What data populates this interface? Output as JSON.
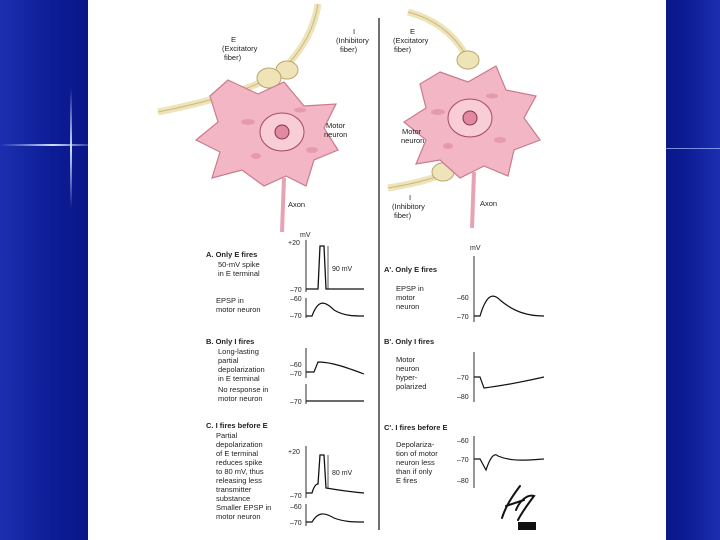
{
  "colors": {
    "background": "#0b1a8c",
    "cell_body": "#f2b6c4",
    "fiber": "#efe3b8",
    "trace": "#111111"
  },
  "neuron_left": {
    "label_e": [
      "E",
      "(Excitatory",
      "fiber)"
    ],
    "label_i": [
      "I",
      "(Inhibitory",
      "fiber)"
    ],
    "label_motor": [
      "Motor",
      "neuron"
    ],
    "label_axon": "Axon"
  },
  "neuron_right": {
    "label_e": [
      "E",
      "(Excitatory",
      "fiber)"
    ],
    "label_motor": [
      "Motor",
      "neuron"
    ],
    "label_i": [
      "I",
      "(Inhibitory",
      "fiber)"
    ],
    "label_axon": "Axon"
  },
  "units": {
    "mv": "mV"
  },
  "left_panels": {
    "a_title": "A. Only E fires",
    "a_text_1": [
      "50-mV spike",
      "in E terminal"
    ],
    "a_text_2": [
      "EPSP in",
      "motor neuron"
    ],
    "a_ticks": [
      "+20",
      "–70",
      "–60",
      "–70"
    ],
    "a_amp": "90 mV",
    "b_title": "B. Only I fires",
    "b_text_1": [
      "Long-lasting",
      "partial",
      "depolarization",
      "in E terminal"
    ],
    "b_text_2": [
      "No response in",
      "motor neuron"
    ],
    "b_ticks": [
      "–60",
      "–70",
      "–70"
    ],
    "c_title": "C. I fires before E",
    "c_text": [
      "Partial",
      "depolarization",
      "of E terminal",
      "reduces spike",
      "to 80 mV, thus",
      "releasing less",
      "transmitter",
      "substance",
      "Smaller EPSP in",
      "motor neuron"
    ],
    "c_ticks": [
      "+20",
      "–70",
      "–60",
      "–70"
    ],
    "c_amp": "80 mV"
  },
  "right_panels": {
    "a_title": "A'. Only E fires",
    "a_text": [
      "EPSP in",
      "motor",
      "neuron"
    ],
    "a_ticks": [
      "–60",
      "–70"
    ],
    "b_title": "B'. Only I fires",
    "b_text": [
      "Motor",
      "neuron",
      "hyper-",
      "polarized"
    ],
    "b_ticks": [
      "–70",
      "–80"
    ],
    "c_title": "C'. I fires before E",
    "c_text": [
      "Depolariza-",
      "tion of motor",
      "neuron less",
      "than if only",
      "E fires"
    ],
    "c_ticks": [
      "–60",
      "–70",
      "–80"
    ]
  }
}
